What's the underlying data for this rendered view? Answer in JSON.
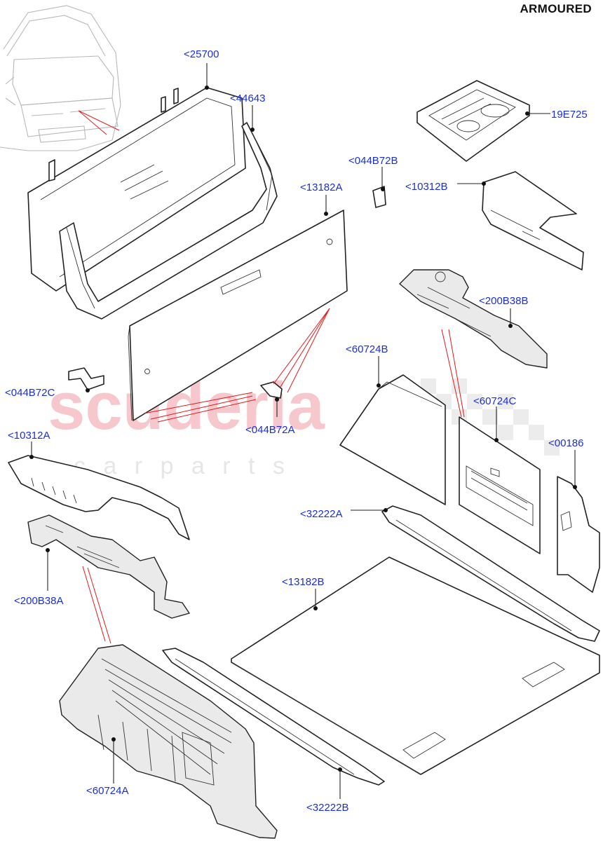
{
  "header": {
    "variant_label": "ARMOURED"
  },
  "watermark": {
    "line1": "scuderia",
    "line2": "c a r   p a r t s"
  },
  "callouts": {
    "c25700": "<25700",
    "c44643": "<44643",
    "c044B72B": "<044B72B",
    "c19E725": "19E725",
    "c10312B": "<10312B",
    "c13182A": "<13182A",
    "c200B38B": "<200B38B",
    "c60724B": "<60724B",
    "c044B72C": "<044B72C",
    "c044B72A": "<044B72A",
    "c60724C": "<60724C",
    "c10312A": "<10312A",
    "c00186": "<00186",
    "c32222A": "<32222A",
    "c200B38A": "<200B38A",
    "c13182B": "<13182B",
    "c60724A": "<60724A",
    "c32222B": "<32222B"
  },
  "colors": {
    "callout": "#1a2fd6",
    "red_leader": "#e01b1b",
    "watermark": "#f6c7cc"
  }
}
